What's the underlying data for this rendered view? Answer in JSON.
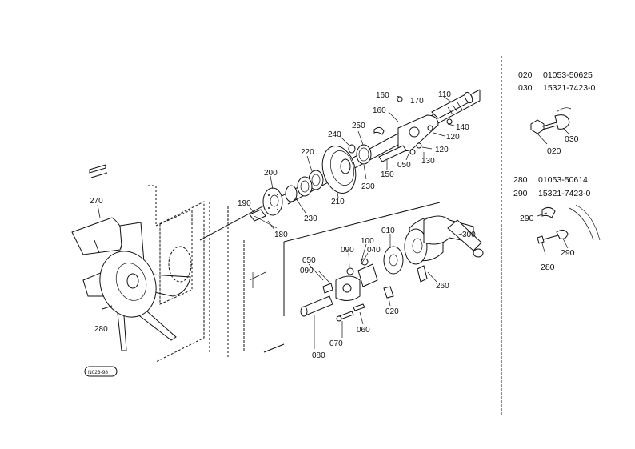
{
  "legend": {
    "block1": {
      "rows": [
        {
          "ref": "020",
          "part_no": "01053-50625"
        },
        {
          "ref": "030",
          "part_no": "15321-7423-0"
        }
      ],
      "callouts": [
        "020",
        "030"
      ]
    },
    "block2": {
      "rows": [
        {
          "ref": "280",
          "part_no": "01053-50614"
        },
        {
          "ref": "290",
          "part_no": "15321-7423-0"
        }
      ],
      "callouts": [
        "290",
        "280",
        "290"
      ]
    }
  },
  "callouts": {
    "c110": "110",
    "c160a": "160",
    "c170": "170",
    "c160b": "160",
    "c140": "140",
    "c120a": "120",
    "c120b": "120",
    "c130": "130",
    "c050a": "050",
    "c150": "150",
    "c250": "250",
    "c240": "240",
    "c220": "220",
    "c230a": "230",
    "c210": "210",
    "c200": "200",
    "c230b": "230",
    "c190": "190",
    "c180": "180",
    "c270": "270",
    "c280": "280",
    "c300": "300",
    "c010": "010",
    "c100": "100",
    "c040": "040",
    "c090a": "090",
    "c050b": "050",
    "c090b": "090",
    "c260": "260",
    "c020": "020",
    "c060": "060",
    "c070": "070",
    "c080": "080"
  },
  "figure_code": "N023-98"
}
